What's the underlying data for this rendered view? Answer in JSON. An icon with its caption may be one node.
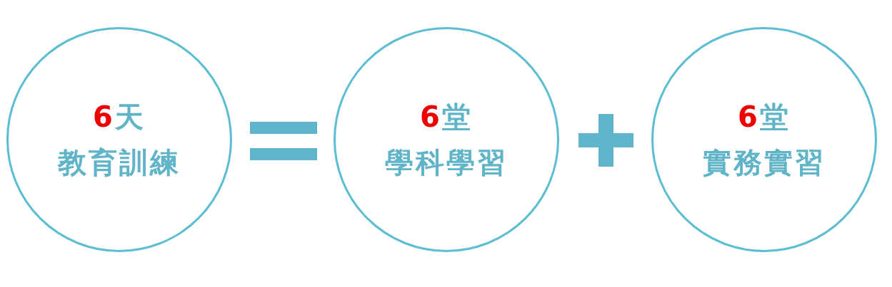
{
  "diagram": {
    "nodes": [
      {
        "text": [
          "6天",
          "教育訓練"
        ]
      },
      {
        "text": [
          "6堂",
          "學科學習"
        ]
      },
      {
        "text": [
          "6堂",
          "實務實習"
        ]
      }
    ]
  }
}
